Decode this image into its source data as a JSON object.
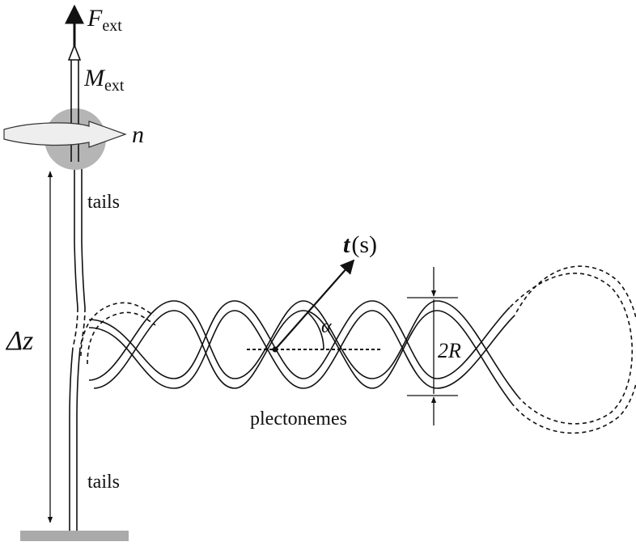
{
  "labels": {
    "force_symbol": "F",
    "force_subscript": "ext",
    "moment_symbol": "M",
    "moment_subscript": "ext",
    "turns_symbol": "n",
    "tails_top": "tails",
    "tails_bottom": "tails",
    "extension_symbol": "Δz",
    "tangent_symbol": "t",
    "tangent_argument": "(s)",
    "angle_symbol": "α",
    "radius_label": "2R",
    "plectonemes_label": "plectonemes"
  },
  "colors": {
    "strand": "#111111",
    "bead_fill": "#b5b5b5",
    "twist_arrow_fill": "#eeeeee",
    "surface": "#aaaaaa"
  }
}
